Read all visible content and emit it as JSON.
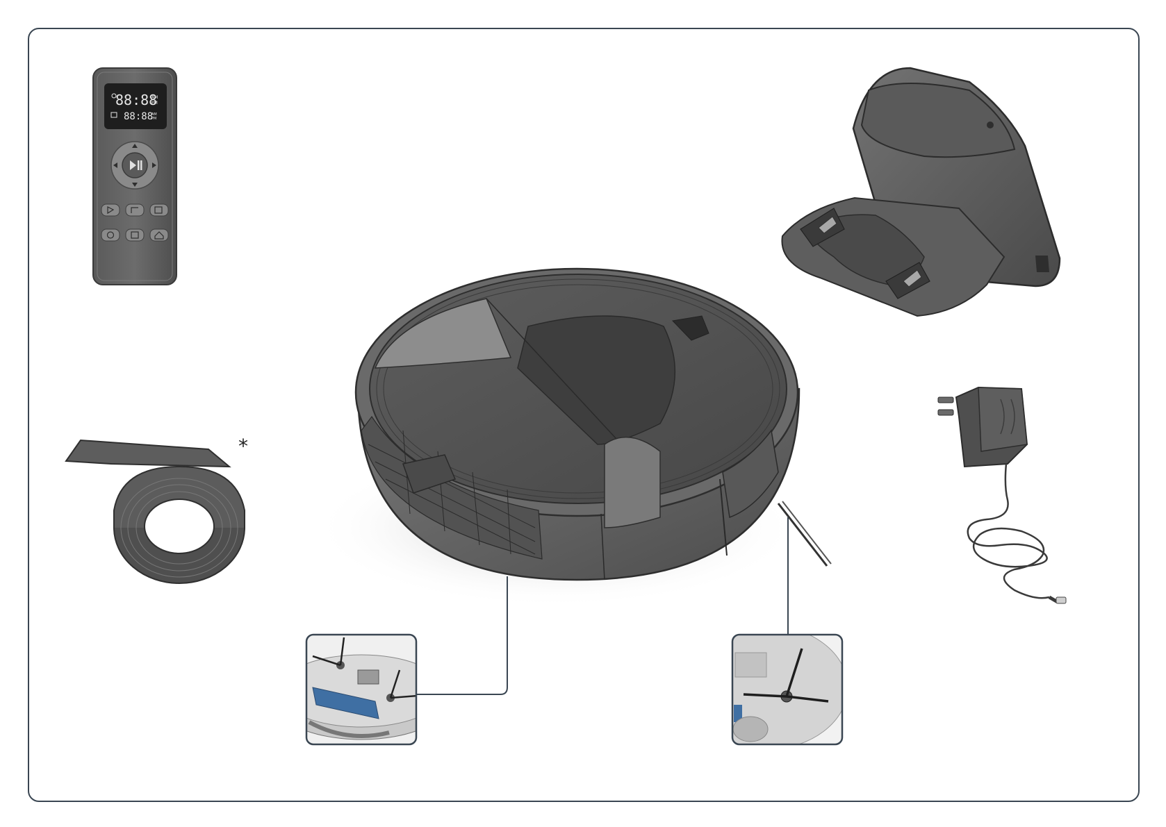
{
  "remote": {
    "display_line1": "88:88",
    "display_line2": "88:88",
    "ampm_top": "AM",
    "ampm_bottom": "PM",
    "play_icon": "play-pause-icon",
    "buttons_row1": [
      "spot-clean-icon",
      "edge-clean-icon",
      "auto-clean-icon"
    ],
    "buttons_row2": [
      "clock-icon",
      "schedule-icon",
      "home-icon"
    ]
  },
  "tape": {
    "footnote_mark": "*"
  },
  "colors": {
    "frame": "#3a4652",
    "device_dark": "#4a4a4a",
    "device_mid": "#6a6a6a",
    "device_light": "#8a8a8a",
    "accent_blue": "#3f6fa3"
  },
  "items": [
    "remote-control",
    "magnetic-boundary-tape",
    "robot-vacuum",
    "charging-dock",
    "power-adapter",
    "detail-underside",
    "detail-side-brush"
  ]
}
